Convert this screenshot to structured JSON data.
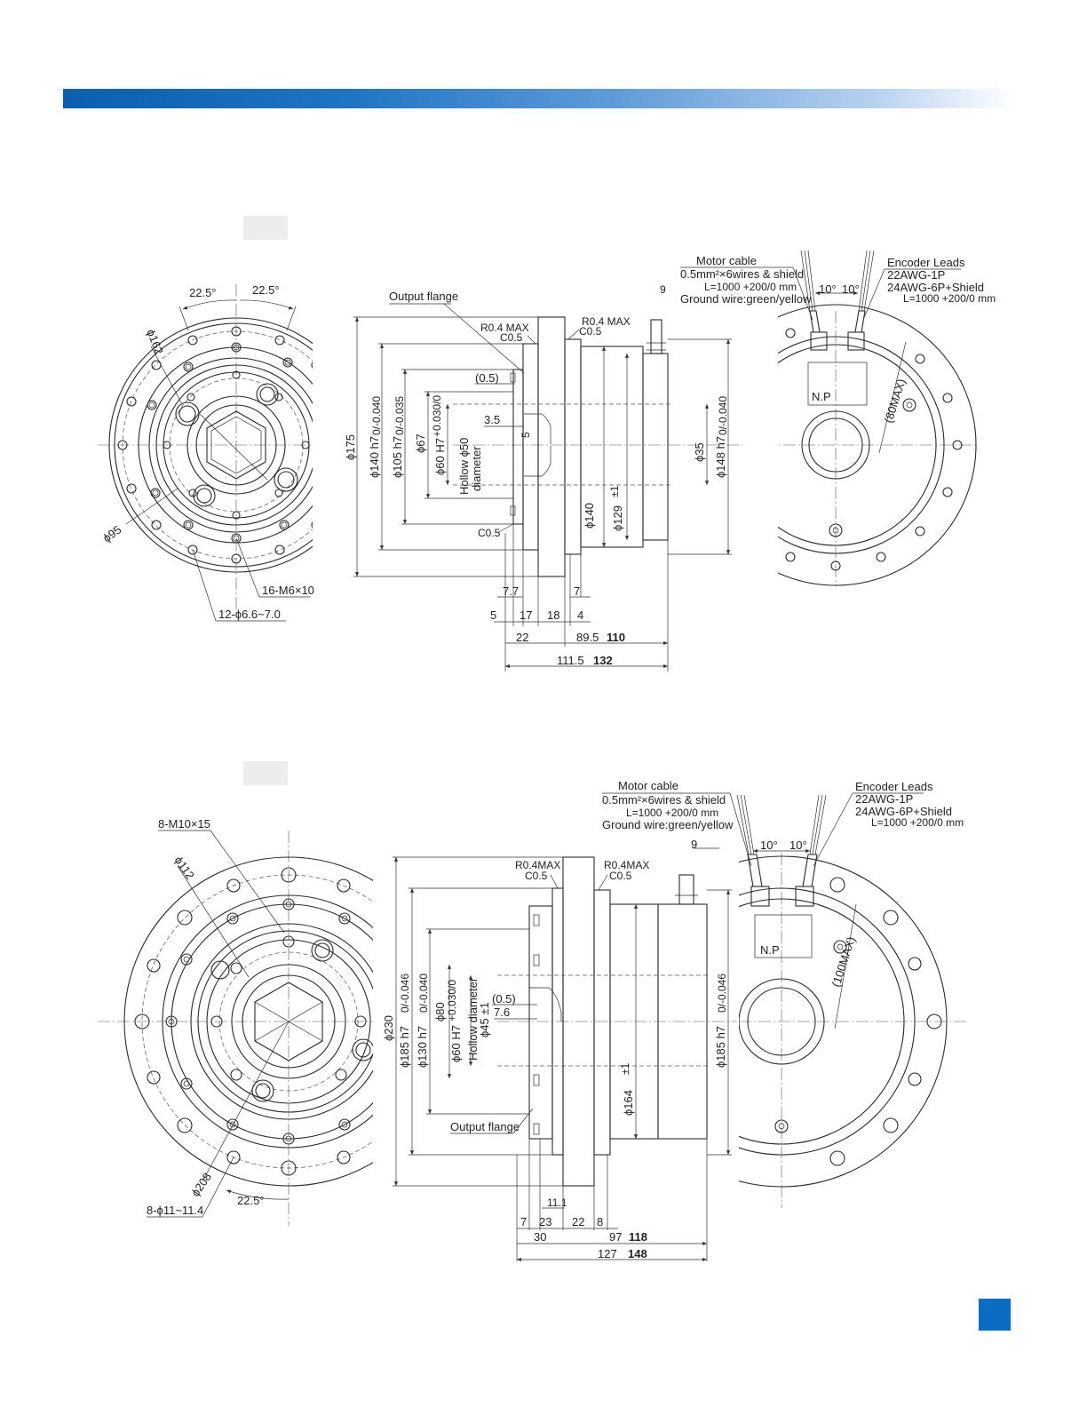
{
  "colors": {
    "header_start": "#0b5fae",
    "header_end": "#ffffff",
    "page_box": "#0b6cc4",
    "label_box": "#ececec"
  },
  "drawing1": {
    "front": {
      "ang1": "22.5°",
      "ang2": "22.5°",
      "d162": "ϕ162",
      "d95": "ϕ95",
      "tap": "16-M6×10",
      "holes": "12-ϕ6.6~7.0"
    },
    "side": {
      "output_flange": "Output flange",
      "r04_left": "R0.4 MAX",
      "c05_left": "C0.5",
      "r04_right": "R0.4 MAX",
      "c05_right": "C0.5",
      "dim_05": "(0.5)",
      "dim_35": "3.5",
      "dim_5v": "5",
      "c05_low": "C0.5",
      "d175": "ϕ175",
      "d140h7": "ϕ140 h7",
      "tol140": "0/-0.040",
      "d105h7": "ϕ105 h7",
      "tol105": "0/-0.035",
      "d67": "ϕ67",
      "d60h7": "ϕ60 H7",
      "tol60": "+0.030/0",
      "hollow1": "Hollow ϕ50",
      "hollow2": "diameter",
      "d140": "ϕ140",
      "d129": "ϕ129",
      "tol_pm1": "±1",
      "d35": "ϕ35",
      "d148h7": "ϕ148 h7",
      "tol148": "0/-0.040",
      "top_dim": "9",
      "b_77": "7.7",
      "b_7": "7",
      "b_5": "5",
      "b_17": "17",
      "b_18": "18",
      "b_4": "4",
      "b_22": "22",
      "b_895": "89.5",
      "b_110": "110",
      "b_1115": "111.5",
      "b_132": "132"
    },
    "rear": {
      "motor_cable": "Motor cable",
      "motor_wires": "0.5mm²×6wires & shield",
      "motor_len": "L=1000 +200/0 mm",
      "ground": "Ground wire:green/yellow",
      "encoder": "Encoder Leads",
      "enc1": "22AWG-1P",
      "enc2": "24AWG-6P+Shield",
      "enc_len": "L=1000 +200/0 mm",
      "ang10a": "10°",
      "ang10b": "10°",
      "np": "N.P",
      "max80": "(80MAX)"
    }
  },
  "drawing2": {
    "front": {
      "tap": "8-M10×15",
      "d112": "ϕ112",
      "d208": "ϕ208",
      "holes": "8-ϕ11~11.4",
      "ang": "22.5°"
    },
    "side": {
      "r04_left": "R0.4MAX",
      "c05_left": "C0.5",
      "r04_right": "R0.4MAX",
      "c05_right": "C0.5",
      "d230": "ϕ230",
      "d185h7": "ϕ185 h7",
      "tol185": "0/-0.046",
      "d130h7": "ϕ130 h7",
      "tol130": "0/-0.040",
      "d80": "ϕ80",
      "d60h7": "ϕ60 H7",
      "tol60": "+0.030/0",
      "hollow1": "Hollow diameter",
      "hollow2": "ϕ45 ±1",
      "dim_05": "(0.5)",
      "dim_76": "7.6",
      "output_flange": "Output flange",
      "d164": "ϕ164",
      "tol_pm1": "±1",
      "d185h7r": "ϕ185 h7",
      "tol185r": "0/-0.046",
      "top_dim": "9",
      "b_111": "11.1",
      "b_7": "7",
      "b_23": "23",
      "b_22": "22",
      "b_8": "8",
      "b_30": "30",
      "b_97": "97",
      "b_118": "118",
      "b_127": "127",
      "b_148": "148"
    },
    "rear": {
      "motor_cable": "Motor cable",
      "motor_wires": "0.5mm²×6wires & shield",
      "motor_len": "L=1000 +200/0 mm",
      "ground": "Ground wire:green/yellow",
      "encoder": "Encoder Leads",
      "enc1": "22AWG-1P",
      "enc2": "24AWG-6P+Shield",
      "enc_len": "L=1000 +200/0 mm",
      "ang10a": "10°",
      "ang10b": "10°",
      "np": "N.P",
      "max100": "(100MAX)"
    }
  }
}
